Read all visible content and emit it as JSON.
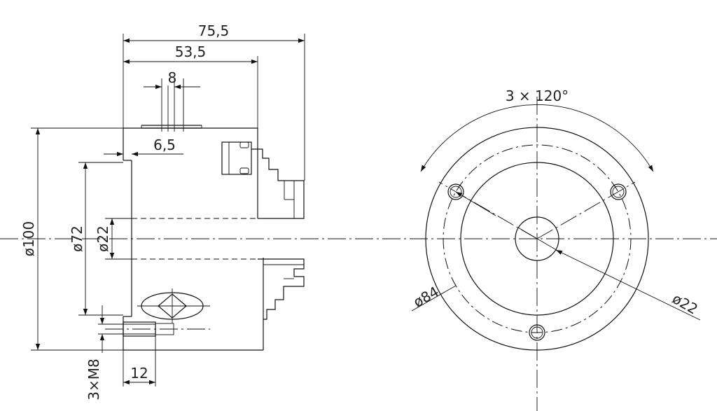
{
  "dimensions": {
    "overall_length": "75,5",
    "body_length": "53,5",
    "key_width": "8",
    "key_offset": "6,5",
    "outer_diameter": "ø100",
    "recess_diameter": "ø72",
    "bore_diameter_side": "ø22",
    "thread_callout": "3×M8",
    "thread_depth": "12",
    "bolt_pattern": "3 × 120°",
    "pitch_circle_diameter": "ø84",
    "bore_diameter_front": "ø22"
  }
}
